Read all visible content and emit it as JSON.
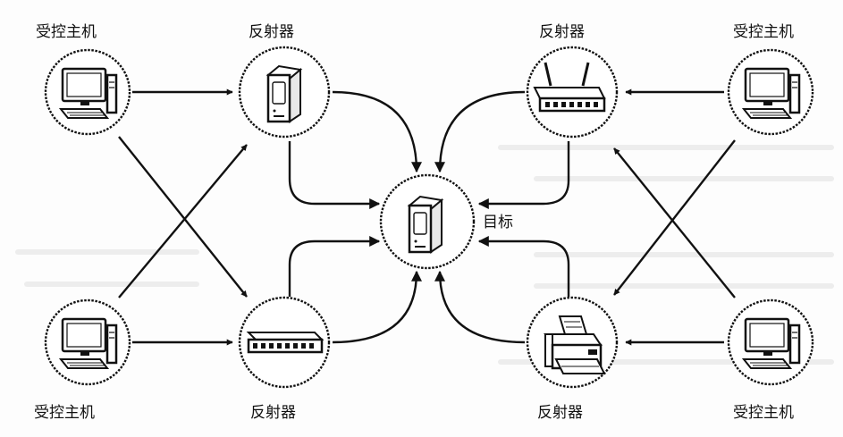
{
  "labels": {
    "host_tl": "受控主机",
    "host_tr": "受控主机",
    "host_bl": "受控主机",
    "host_br": "受控主机",
    "reflector_tl": "反射器",
    "reflector_tr": "反射器",
    "reflector_bl": "反射器",
    "reflector_br": "反射器",
    "target": "目标"
  },
  "icons": {
    "host": "computer-icon",
    "reflector_tl": "server-icon",
    "reflector_tr": "router-icon",
    "reflector_bl": "switch-icon",
    "reflector_br": "printer-icon",
    "target": "server-icon"
  },
  "colors": {
    "stroke": "#111111",
    "background": "#fdfdfd"
  }
}
